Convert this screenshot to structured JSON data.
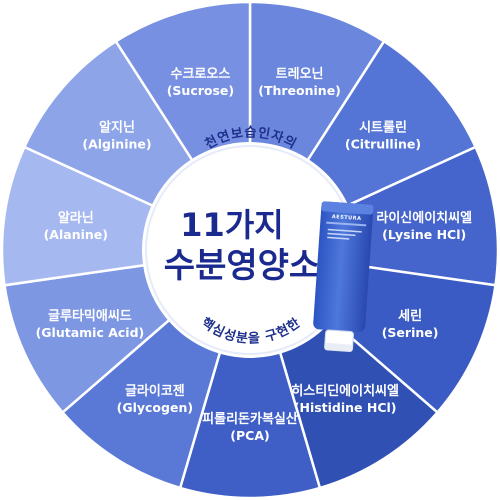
{
  "segments": [
    {
      "kr": "트레오닌",
      "en": "(Threonine)",
      "color": "#6b86dd"
    },
    {
      "kr": "시트룰린",
      "en": "(Citrulline)",
      "color": "#5575d6"
    },
    {
      "kr": "라이신에이치씨엘",
      "en": "(Lysine HCl)",
      "color": "#4565cc"
    },
    {
      "kr": "세린",
      "en": "(Serine)",
      "color": "#3b5bc4"
    },
    {
      "kr": "히스티딘에이치씨엘",
      "en": "(Histidine HCl)",
      "color": "#3150b4"
    },
    {
      "kr": "피롤리돈카복실산",
      "en": "(PCA)",
      "color": "#3f5fc6"
    },
    {
      "kr": "글라이코젠",
      "en": "(Glycogen)",
      "color": "#5a79d6"
    },
    {
      "kr": "글루타믹애씨드",
      "en": "(Glutamic Acid)",
      "color": "#7e97e3"
    },
    {
      "kr": "알라닌",
      "en": "(Alanine)",
      "color": "#a6b8f0"
    },
    {
      "kr": "알지닌",
      "en": "(Alginine)",
      "color": "#8ea4e8"
    },
    {
      "kr": "수크로오스",
      "en": "(Sucrose)",
      "color": "#7890e2"
    }
  ],
  "center": {
    "top_arc": "천연보습인자의",
    "line1": "11가지",
    "line2": "수분영양소",
    "bottom_arc": "핵심성분을 구현한"
  },
  "product": {
    "brand": "AESTURA",
    "tube_color": "#3d66d0"
  }
}
